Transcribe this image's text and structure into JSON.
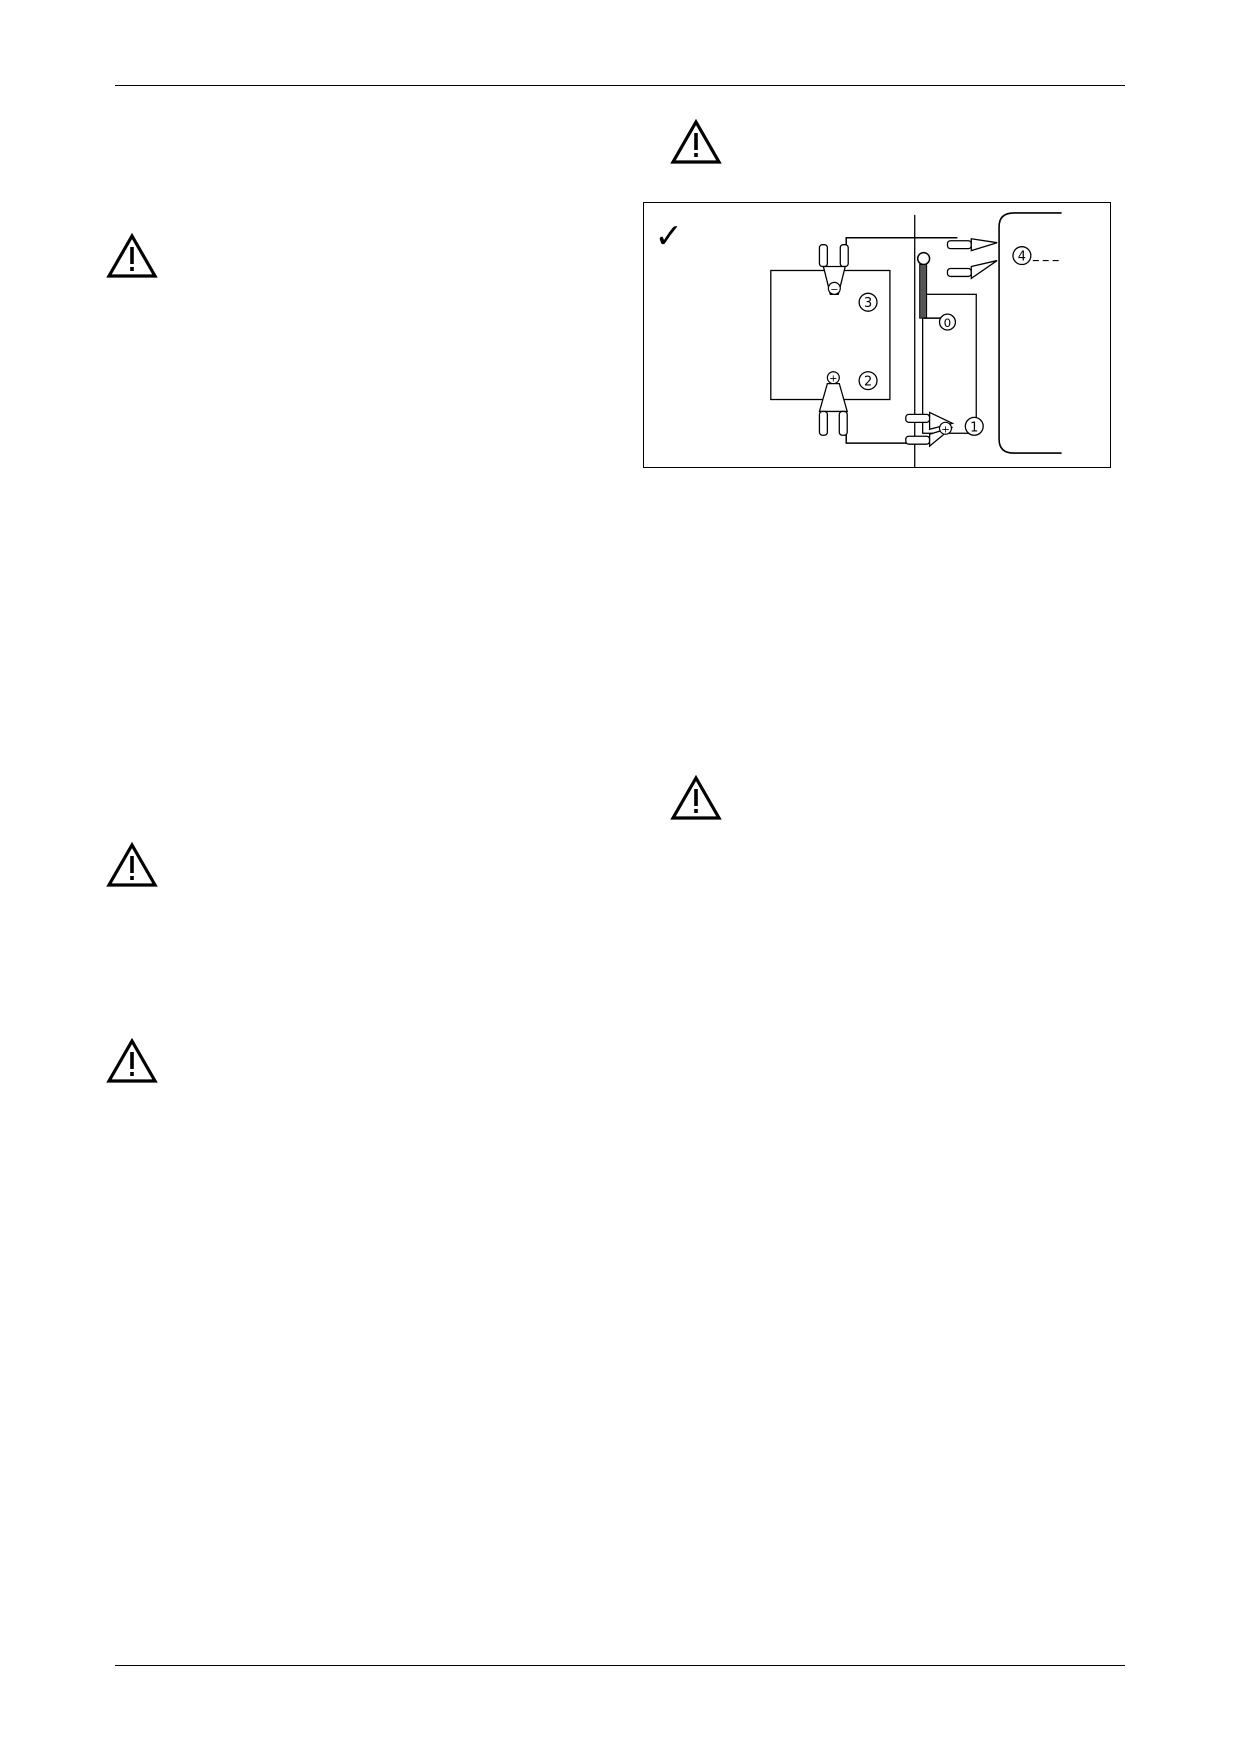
{
  "page": {
    "left_column": {
      "warnings": [
        {
          "icon": "warning-triangle-icon"
        },
        {
          "icon": "warning-triangle-icon"
        },
        {
          "icon": "warning-triangle-icon"
        }
      ]
    },
    "right_column": {
      "warnings": [
        {
          "icon": "warning-triangle-icon"
        },
        {
          "icon": "warning-triangle-icon"
        }
      ],
      "figure": {
        "check_mark": "✓",
        "callouts": {
          "ground_point": "0",
          "pos_clamp_assist": "1",
          "pos_clamp_dead": "2",
          "neg_clamp_dead": "3",
          "neg_clamp_ground": "4"
        },
        "terminal_symbols": {
          "plus": "+",
          "minus": "−"
        }
      }
    }
  }
}
